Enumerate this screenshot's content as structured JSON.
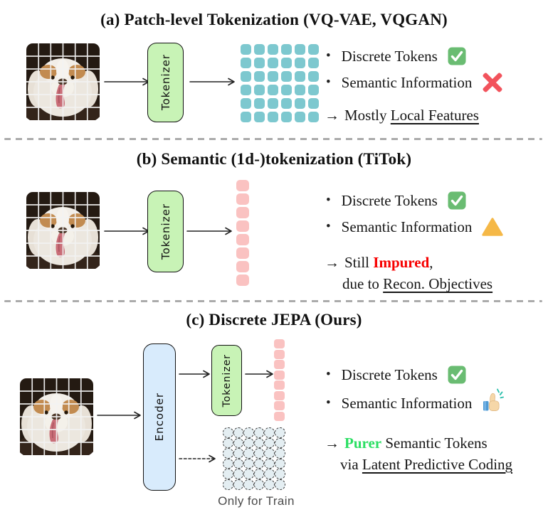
{
  "figure": {
    "bullet_glyph": "•",
    "arrow_glyph": "→"
  },
  "colors": {
    "token_teal": "#7dc8cf",
    "token_pink": "#fac2c1",
    "box_green": "#c8f3b6",
    "box_blue": "#d8ebfc",
    "latent_cell": "#e4eef2",
    "check_green": "#6abc72",
    "cross_red": "#f2535c",
    "triangle_amber": "#f5b847",
    "impure_red": "#f70000",
    "pure_green": "#2bdf63",
    "train_gray": "#4b4b4b",
    "separator_gray": "#ababab"
  },
  "sections": {
    "a": {
      "title": "(a) Patch-level Tokenization (VQ-VAE, VQGAN)",
      "tokenizer_label": "Tokenizer",
      "token_grid": {
        "rows": 6,
        "cols": 6
      },
      "bullets": [
        {
          "label": "Discrete Tokens",
          "icon": "check-icon"
        },
        {
          "label": "Semantic Information",
          "icon": "cross-icon"
        }
      ],
      "takeaway": {
        "pre": "Mostly ",
        "underlined": "Local Features"
      }
    },
    "b": {
      "title": "(b) Semantic (1d-)tokenization (TiTok)",
      "tokenizer_label": "Tokenizer",
      "token_column": {
        "count": 8
      },
      "bullets": [
        {
          "label": "Discrete Tokens",
          "icon": "check-icon"
        },
        {
          "label": "Semantic Information",
          "icon": "warning-triangle-icon"
        }
      ],
      "takeaway": {
        "pre": "Still ",
        "emphasis": "Impured",
        "post": ",",
        "line2_pre": "due to ",
        "line2_underlined": "Recon. Objectives"
      }
    },
    "c": {
      "title": "(c) Discrete JEPA (Ours)",
      "encoder_label": "Encoder",
      "tokenizer_label": "Tokenizer",
      "token_column": {
        "count": 8
      },
      "latent_grid": {
        "rows": 6,
        "cols": 6
      },
      "latent_caption": "Only for Train",
      "bullets": [
        {
          "label": "Discrete Tokens",
          "icon": "check-icon"
        },
        {
          "label": "Semantic Information",
          "icon": "thumbs-up-icon"
        }
      ],
      "takeaway": {
        "emphasis": "Purer",
        "post": " Semantic Tokens",
        "line2_pre": "via ",
        "line2_underlined": "Latent Predictive Coding"
      }
    }
  }
}
